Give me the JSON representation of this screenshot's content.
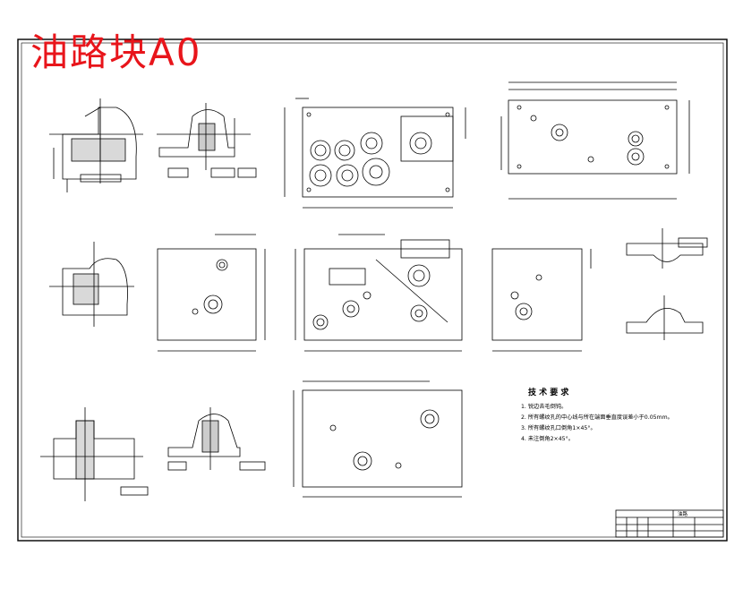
{
  "sheet": {
    "title": "油路块A0",
    "colors": {
      "line": "#000000",
      "title": "#e8151b",
      "background": "#ffffff",
      "dimension": "#000000"
    }
  },
  "notes": {
    "heading": "技 术 要 求",
    "items": [
      "1. 锐边去毛倒钝。",
      "2. 所有螺纹孔的中心线与所在端面垂直度误差小于0.05mm。",
      "3. 所有螺纹孔口倒角1×45°。",
      "4. 未注倒角2×45°。"
    ]
  },
  "title_block": {
    "part_name": "油路",
    "icon": "title-block-table"
  }
}
